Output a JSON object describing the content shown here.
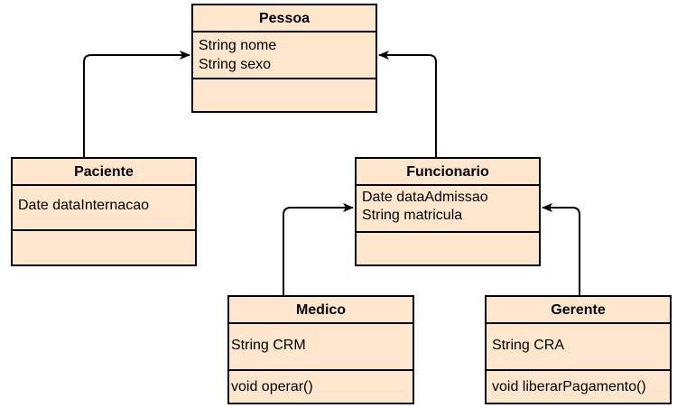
{
  "classes": {
    "pessoa": {
      "name": "Pessoa",
      "attributes": [
        "String nome",
        "String sexo"
      ],
      "operations": []
    },
    "paciente": {
      "name": "Paciente",
      "attributes": [
        "Date dataInternacao"
      ],
      "operations": []
    },
    "funcionario": {
      "name": "Funcionario",
      "attributes": [
        "Date dataAdmissao",
        "String matricula"
      ],
      "operations": []
    },
    "medico": {
      "name": "Medico",
      "attributes": [
        "String CRM"
      ],
      "operations": [
        "void operar()"
      ]
    },
    "gerente": {
      "name": "Gerente",
      "attributes": [
        "String CRA"
      ],
      "operations": [
        "void liberarPagamento()"
      ]
    }
  },
  "relations": [
    {
      "from": "Paciente",
      "to": "Pessoa",
      "type": "inheritance"
    },
    {
      "from": "Funcionario",
      "to": "Pessoa",
      "type": "inheritance"
    },
    {
      "from": "Medico",
      "to": "Funcionario",
      "type": "inheritance"
    },
    {
      "from": "Gerente",
      "to": "Funcionario",
      "type": "inheritance"
    }
  ],
  "colors": {
    "class_fill": "#FFE6CC",
    "stroke": "#000000",
    "background": "#FFFFFF"
  }
}
